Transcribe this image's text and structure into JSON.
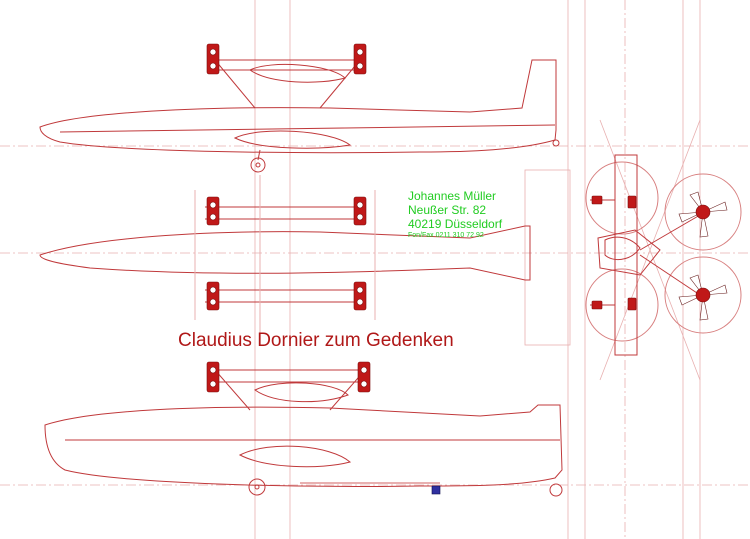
{
  "address": {
    "name": "Johannes Müller",
    "street": "Neußer Str. 82",
    "city": "40219 Düsseldorf",
    "phone": "Fon/Fax 0211 310 72 92"
  },
  "caption": "Claudius Dornier zum Gedenken",
  "colors": {
    "outline": "#c0393b",
    "faint": "#e6a0a0",
    "engine": "#c01818",
    "address_text": "#22cc22",
    "caption_text": "#b01818"
  }
}
